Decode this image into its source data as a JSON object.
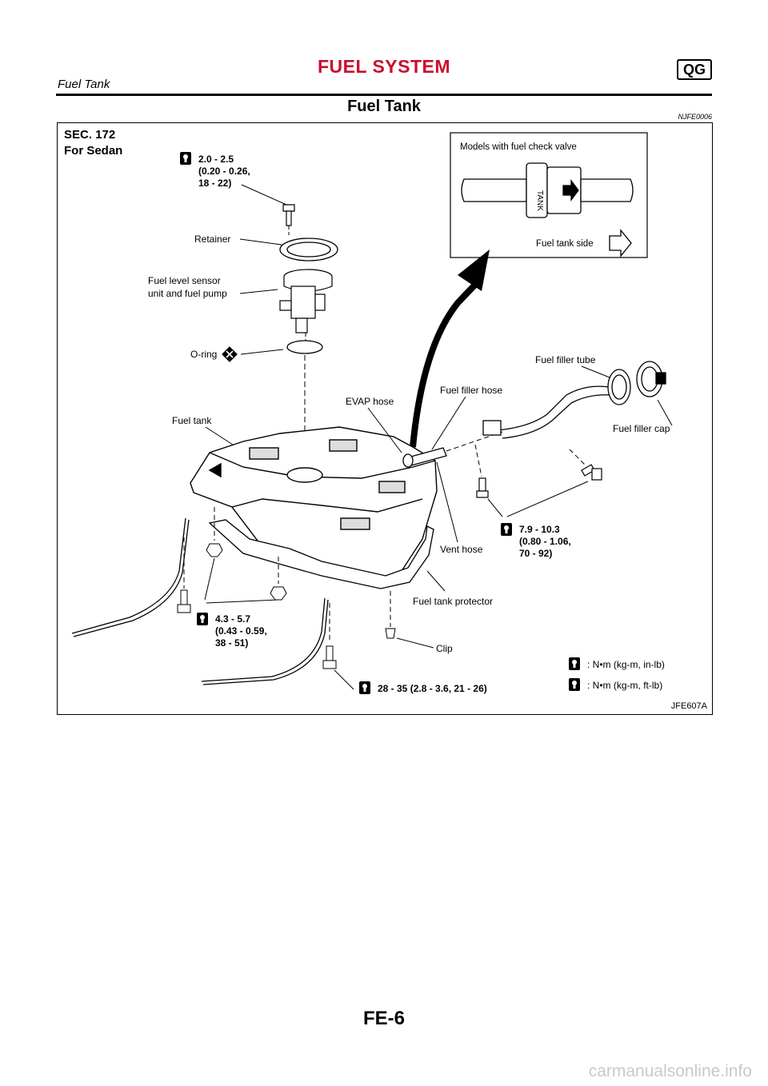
{
  "header": {
    "title": "FUEL SYSTEM",
    "badge": "QG",
    "subtitle": "Fuel Tank"
  },
  "section": {
    "title": "Fuel Tank",
    "code": "NJFE0006"
  },
  "figure": {
    "sec": "SEC. 172",
    "model": "For Sedan",
    "inset": {
      "title": "Models with fuel check valve",
      "tank_label": "TANK",
      "side_label": "Fuel tank side"
    },
    "labels": {
      "retainer": "Retainer",
      "sensor_1": "Fuel level sensor",
      "sensor_2": "unit and fuel pump",
      "oring": "O-ring",
      "fuel_tank": "Fuel tank",
      "evap_hose": "EVAP hose",
      "filler_hose": "Fuel filler hose",
      "filler_tube": "Fuel filler tube",
      "filler_cap": "Fuel filler cap",
      "vent_hose": "Vent hose",
      "protector": "Fuel tank protector",
      "clip": "Clip"
    },
    "torques": {
      "t1": [
        "2.0 - 2.5",
        "(0.20 - 0.26,",
        "18 - 22)"
      ],
      "t2": [
        "7.9 - 10.3",
        "(0.80 - 1.06,",
        "70 - 92)"
      ],
      "t3": [
        "4.3 - 5.7",
        "(0.43 - 0.59,",
        "38 - 51)"
      ],
      "t4": "28 - 35 (2.8 - 3.6, 21 - 26)"
    },
    "legend": {
      "inlb": ": N•m (kg-m, in-lb)",
      "ftlb": ": N•m (kg-m, ft-lb)"
    },
    "fig_id": "JFE607A"
  },
  "footer": {
    "page": "FE-6",
    "watermark": "carmanualsonline.info"
  }
}
